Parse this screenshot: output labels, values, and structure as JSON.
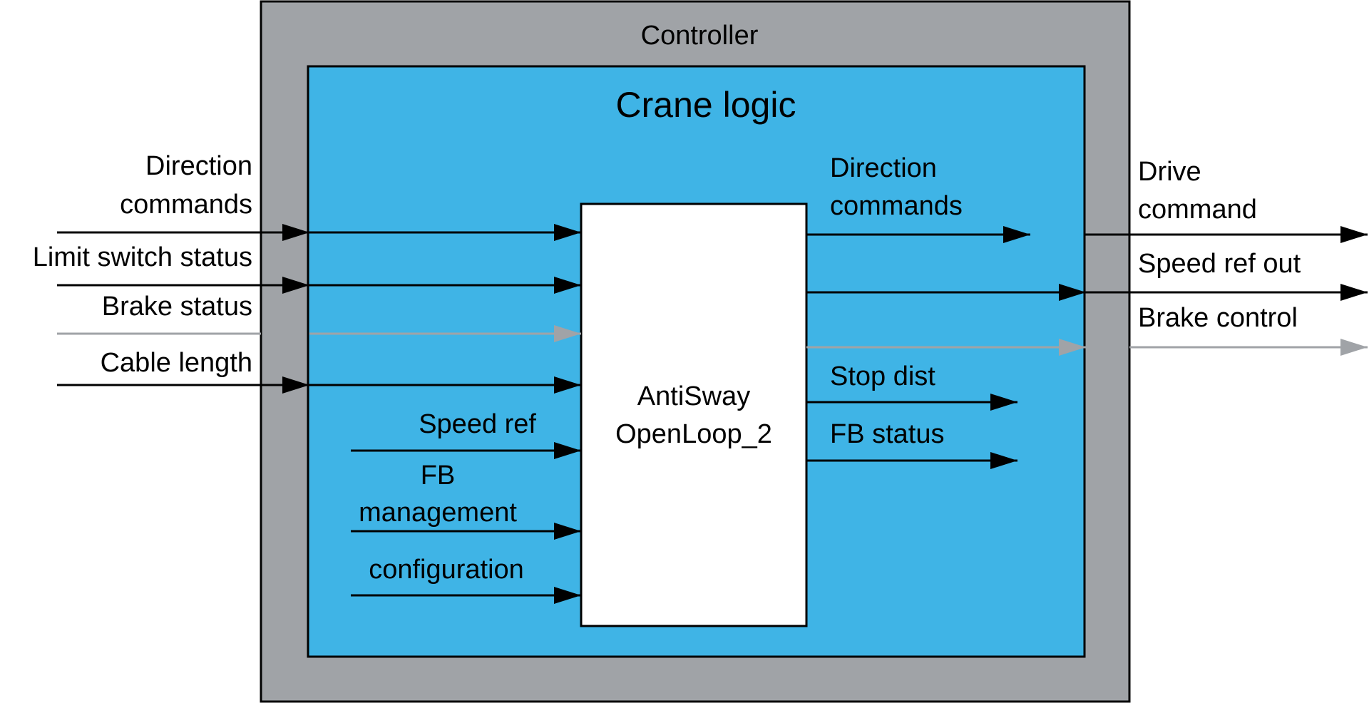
{
  "diagram": {
    "controller_label": "Controller",
    "crane_logic_label": "Crane logic",
    "block_label_line1": "AntiSway",
    "block_label_line2": "OpenLoop_2",
    "inputs": {
      "direction_commands_line1": "Direction",
      "direction_commands_line2": "commands",
      "limit_switch_status": "Limit switch status",
      "brake_status": "Brake status",
      "cable_length": "Cable length",
      "speed_ref": "Speed ref",
      "fb_management_line1": "FB",
      "fb_management_line2": "management",
      "configuration": "configuration"
    },
    "block_outputs": {
      "direction_commands_line1": "Direction",
      "direction_commands_line2": "commands",
      "stop_dist": "Stop dist",
      "fb_status": "FB status"
    },
    "controller_outputs": {
      "drive_command_line1": "Drive",
      "drive_command_line2": "command",
      "speed_ref_out": "Speed ref out",
      "brake_control": "Brake control"
    }
  },
  "colors": {
    "controller_fill": "#A0A3A7",
    "crane_logic_fill": "#3FB4E6",
    "block_fill": "#FFFFFF",
    "signal_black": "#000000",
    "signal_gray": "#A0A3A7"
  }
}
